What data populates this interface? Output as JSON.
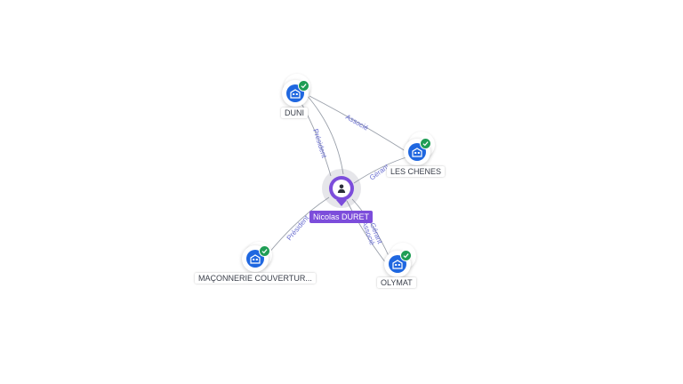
{
  "person": {
    "name": "Nicolas DURET",
    "icon": "user-icon"
  },
  "companies": [
    {
      "id": "duni",
      "label": "DUNI",
      "icon": "building-icon",
      "verified": true
    },
    {
      "id": "les-chenes",
      "label": "LES CHENES",
      "icon": "building-icon",
      "verified": true
    },
    {
      "id": "maconnerie",
      "label": "MAÇONNERIE COUVERTUR...",
      "icon": "building-icon",
      "verified": true
    },
    {
      "id": "olymat",
      "label": "OLYMAT",
      "icon": "building-icon",
      "verified": true
    }
  ],
  "edges": [
    {
      "from": "duni",
      "to": "les-chenes",
      "label": "Associé"
    },
    {
      "from": "person",
      "to": "duni",
      "label": "Président"
    },
    {
      "from": "person",
      "to": "duni",
      "label": ""
    },
    {
      "from": "person",
      "to": "les-chenes",
      "label": "Gérant"
    },
    {
      "from": "person",
      "to": "maconnerie",
      "label": "Président"
    },
    {
      "from": "person",
      "to": "olymat",
      "label": "Gérant"
    },
    {
      "from": "person",
      "to": "olymat",
      "label": "Associé"
    }
  ],
  "colors": {
    "person": "#7c4ddb",
    "company": "#1f67e0",
    "verified": "#1f9d55",
    "edge": "#9aa0aa",
    "edge_label": "#6a6fd1"
  }
}
